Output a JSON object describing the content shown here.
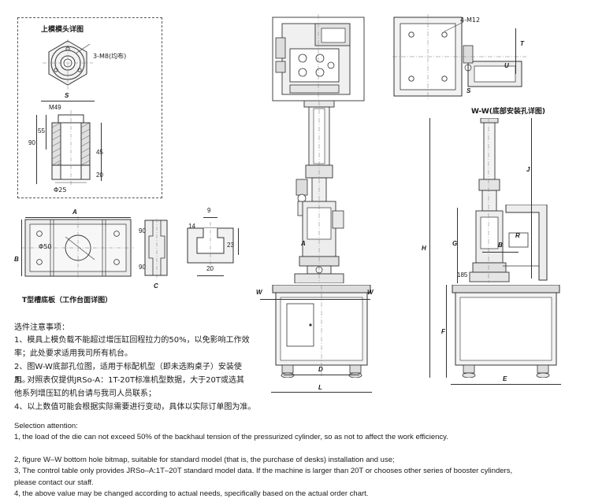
{
  "page": {
    "title": "液压机技术图纸 (Hydraulic press technical drawing)"
  },
  "panels": {
    "upper_die_detail": {
      "title": "上模模头详图",
      "labels": {
        "holes": "3-M8(均布)",
        "thread": "M49",
        "dim_s": "S",
        "dim_90": "90",
        "dim_55": "55",
        "dim_45": "45",
        "dim_20": "20",
        "dim_phi25": "Φ25"
      }
    },
    "t_slot_table": {
      "title": "T型槽底板（工作台面详图）",
      "labels": {
        "dim_a": "A",
        "dim_b": "B",
        "dim_c": "C",
        "dim_phi50": "Φ50",
        "dim_90_left": "90",
        "dim_90_right": "90",
        "dim_9": "9",
        "dim_14": "14",
        "dim_23": "23",
        "dim_20": "20"
      }
    },
    "w_w_detail": {
      "title": "W-W(底部安装孔详图)",
      "labels": {
        "holes": "4-M12",
        "dim_s": "S",
        "dim_r": "R",
        "dim_t": "T",
        "dim_u": "U",
        "dim_w_left": "W",
        "dim_w_right": "W"
      }
    },
    "front_view": {
      "labels": {
        "dim_a": "A",
        "dim_d": "D",
        "dim_l": "L",
        "dim_w_left": "W",
        "dim_w_right": "W"
      }
    },
    "side_view": {
      "labels": {
        "dim_h": "H",
        "dim_j": "J",
        "dim_g": "G",
        "dim_f": "F",
        "dim_e": "E",
        "dim_b": "B",
        "dim_r": "R",
        "dim_185": "185"
      }
    }
  },
  "notes_cn": {
    "title": "选件注意事项：",
    "items": [
      "1、模具上模负载不能超过增压缸回程拉力的50%，以免影响工作效率；此处要求适用我司所有机台。",
      "2、图W-W底部孔位图，适用于标配机型（即未选购桌子）安装使用。",
      "3、对照表仅提供JRSo-A：1T-20T标准机型数据，大于20T或选其他系列增压缸的机台请与我司人员联系；",
      "4、以上数值可能会根据实际需要进行变动，具体以实际订单图为准。"
    ]
  },
  "notes_en": {
    "title": "Selection attention:",
    "items": [
      "1, the load of the die can not exceed 50% of the backhaul tension of the pressurized cylinder, so as not to affect the work efficiency.",
      "2, figure W–W bottom hole bitmap, suitable for standard model (that is, the purchase of desks) installation and use;",
      "3, The control table only provides JRSo–A:1T–20T standard model data. If the machine is larger than 20T or chooses other series of booster cylinders, please contact our staff.",
      "4, the above value may be changed according to actual needs, specifically based on the actual order chart."
    ]
  },
  "colors": {
    "line": "#333333",
    "dash": "#555555",
    "fill_gray": "#e9e9e9",
    "background": "#ffffff"
  }
}
